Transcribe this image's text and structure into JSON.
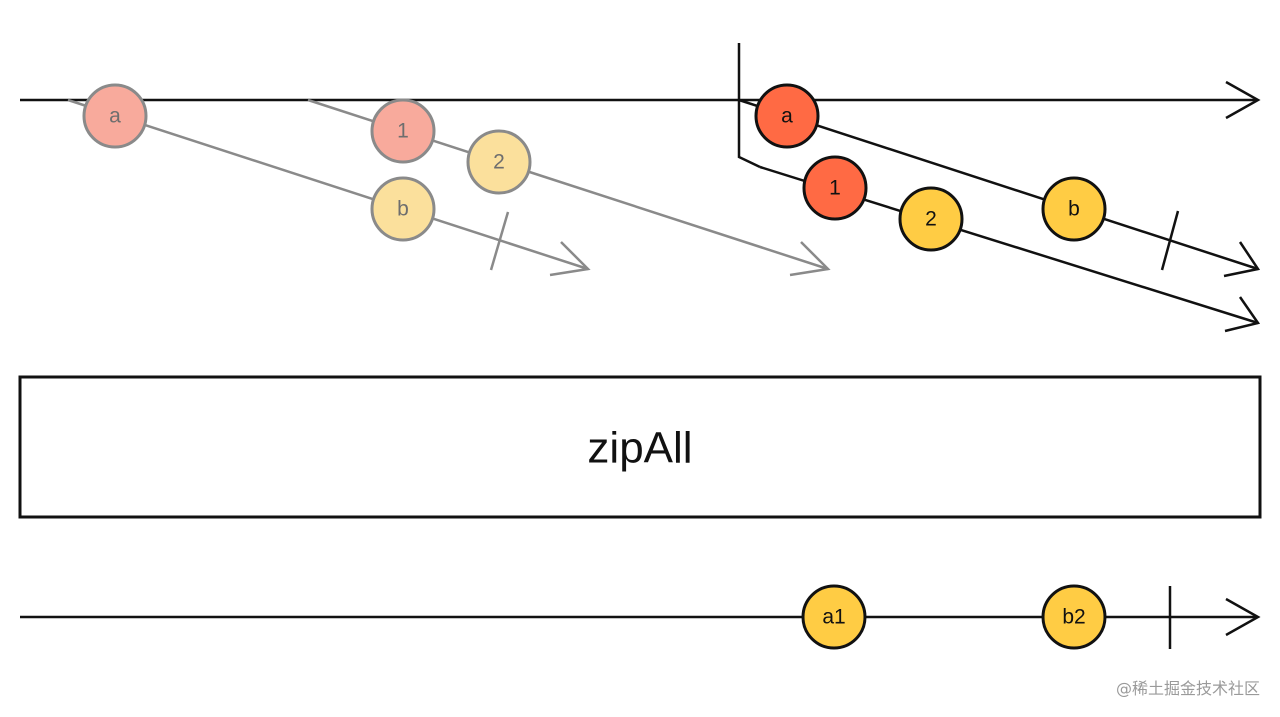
{
  "operator": {
    "name": "zipAll"
  },
  "watermark": "@稀土掘金技术社区",
  "colors": {
    "stroke": "#111111",
    "ghost_stroke": "#8a8a8a",
    "orange": "#ff6a44",
    "orange_ghost": "#f8aa9c",
    "yellow": "#ffcc44",
    "yellow_ghost": "#fbe09c",
    "text": "#111111",
    "ghost_text": "#6e6e6e"
  },
  "streams": {
    "ghost": {
      "first": {
        "values": [
          "a",
          "b"
        ],
        "completes": true
      },
      "second": {
        "values": [
          "1",
          "2"
        ],
        "completes": false
      }
    },
    "active": {
      "first": {
        "values": [
          "a",
          "b"
        ],
        "completes": true
      },
      "second": {
        "values": [
          "1",
          "2"
        ],
        "completes": false
      }
    },
    "output": {
      "values": [
        "a1",
        "b2"
      ],
      "completes": true
    }
  }
}
